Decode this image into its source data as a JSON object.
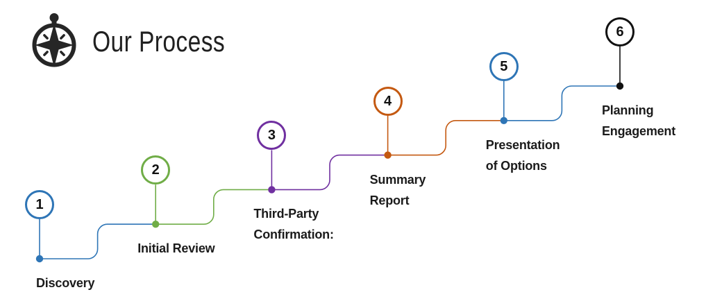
{
  "header": {
    "title": "Our Process",
    "icon": "compass-icon",
    "title_color": "#202020",
    "icon_color": "#262626"
  },
  "diagram": {
    "type": "stair-step-process",
    "background": "#ffffff",
    "label_color": "#1b1b1b",
    "number_color": "#111111",
    "steps": [
      {
        "number": "1",
        "label_lines": [
          "Discovery"
        ],
        "color": "#2E75B6"
      },
      {
        "number": "2",
        "label_lines": [
          "Initial Review"
        ],
        "color": "#70AD47"
      },
      {
        "number": "3",
        "label_lines": [
          "Third-Party",
          "Confirmation:"
        ],
        "color": "#7030A0"
      },
      {
        "number": "4",
        "label_lines": [
          "Summary",
          "Report"
        ],
        "color": "#C45911"
      },
      {
        "number": "5",
        "label_lines": [
          "Presentation",
          "of Options"
        ],
        "color": "#2E75B6"
      },
      {
        "number": "6",
        "label_lines": [
          "Planning",
          "Engagement"
        ],
        "color": "#111111"
      }
    ]
  }
}
